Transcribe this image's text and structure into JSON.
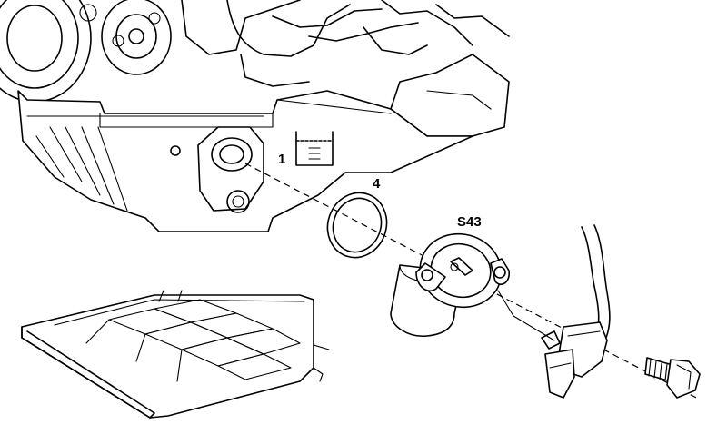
{
  "callouts": {
    "oil_fill_number": "1",
    "seal_ring": "4",
    "sensor_assembly": "S43"
  },
  "icons": {
    "oil_level_symbol": "oil-container-icon"
  }
}
